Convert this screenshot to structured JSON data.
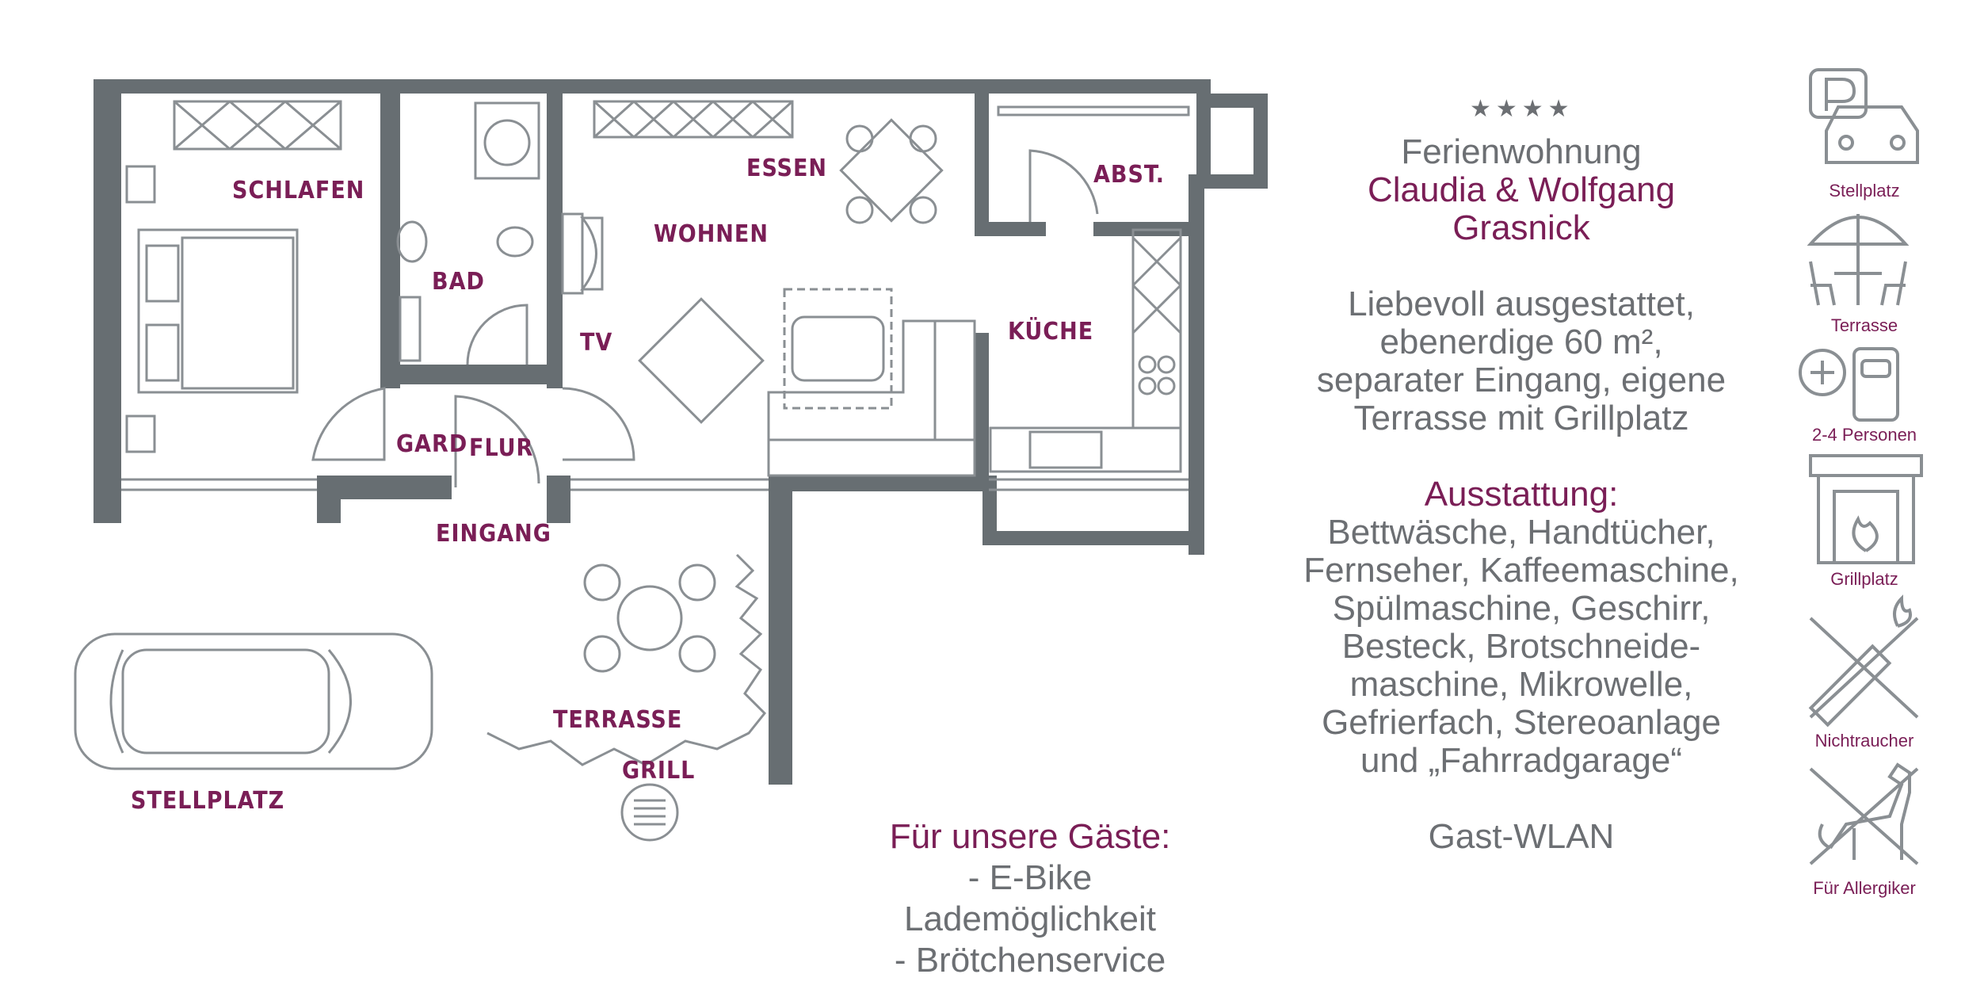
{
  "rooms": {
    "schlafen": "SCHLAFEN",
    "bad": "BAD",
    "essen": "ESSEN",
    "wohnen": "WOHNEN",
    "abst": "ABST.",
    "kueche": "KÜCHE",
    "tv": "TV",
    "gard": "GARD",
    "flur": "FLUR",
    "eingang": "EINGANG",
    "terrasse": "TERRASSE",
    "grill": "GRILL",
    "stellplatz": "STELLPLATZ"
  },
  "info": {
    "stars": "★★★★",
    "line1": "Ferienwohnung",
    "line2": "Claudia & Wolfgang",
    "line3": "Grasnick",
    "desc": [
      "Liebevoll ausgestattet,",
      "ebenerdige 60 m²,",
      "separater Eingang, eigene",
      "Terrasse mit Grillplatz"
    ],
    "ausstattung_title": "Ausstattung:",
    "ausstattung": [
      "Bettwäsche, Handtücher,",
      "Fernseher, Kaffeemaschine,",
      "Spülmaschine, Geschirr,",
      "Besteck, Brotschneide-",
      "maschine, Mikrowelle,",
      "Gefrierfach, Stereoanlage",
      "und „Fahrradgarage“"
    ],
    "wlan": "Gast-WLAN"
  },
  "guests": {
    "title": "Für unsere Gäste:",
    "items": [
      "- E-Bike Lademöglichkeit",
      "- Brötchenservice"
    ]
  },
  "icons": [
    {
      "name": "parking-icon",
      "label": "Stellplatz"
    },
    {
      "name": "terrace-icon",
      "label": "Terrasse"
    },
    {
      "name": "persons-icon",
      "label": "2-4 Personen"
    },
    {
      "name": "grill-icon",
      "label": "Grillplatz"
    },
    {
      "name": "no-smoking-icon",
      "label": "Nichtraucher"
    },
    {
      "name": "no-pets-icon",
      "label": "Für Allergiker"
    }
  ],
  "colors": {
    "wall": "#676e72",
    "accent": "#7a1e56",
    "text": "#6c6f73",
    "line": "#8a8f93"
  }
}
